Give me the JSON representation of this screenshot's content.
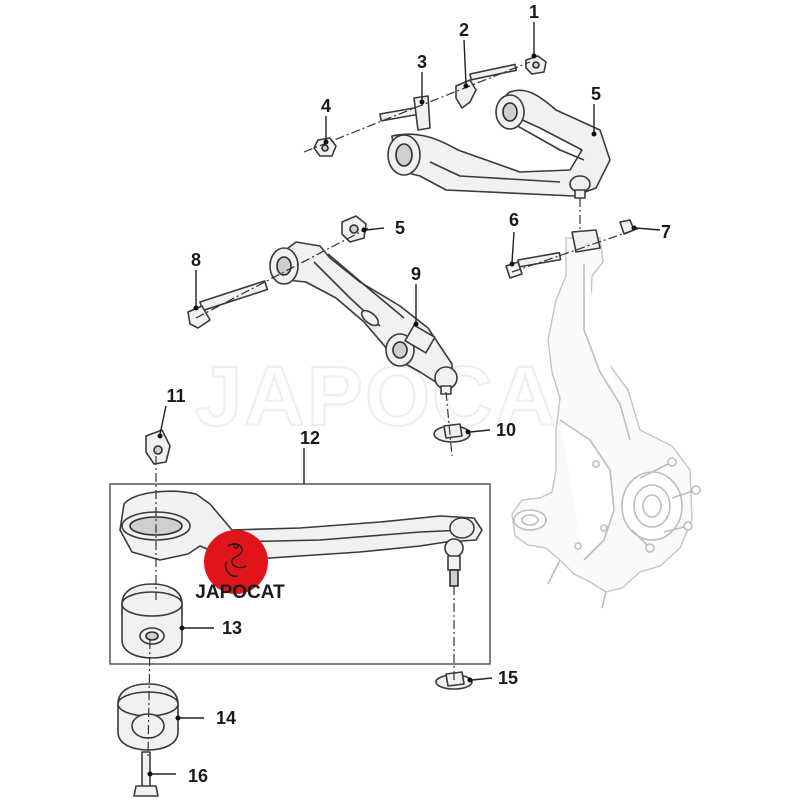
{
  "watermark": "JAPOCAT",
  "brand": {
    "name": "JAPOCAT",
    "logo_color": "#e0141b"
  },
  "callouts": [
    "1",
    "2",
    "3",
    "4",
    "5",
    "5",
    "6",
    "7",
    "8",
    "9",
    "10",
    "11",
    "12",
    "13",
    "14",
    "15",
    "16"
  ]
}
